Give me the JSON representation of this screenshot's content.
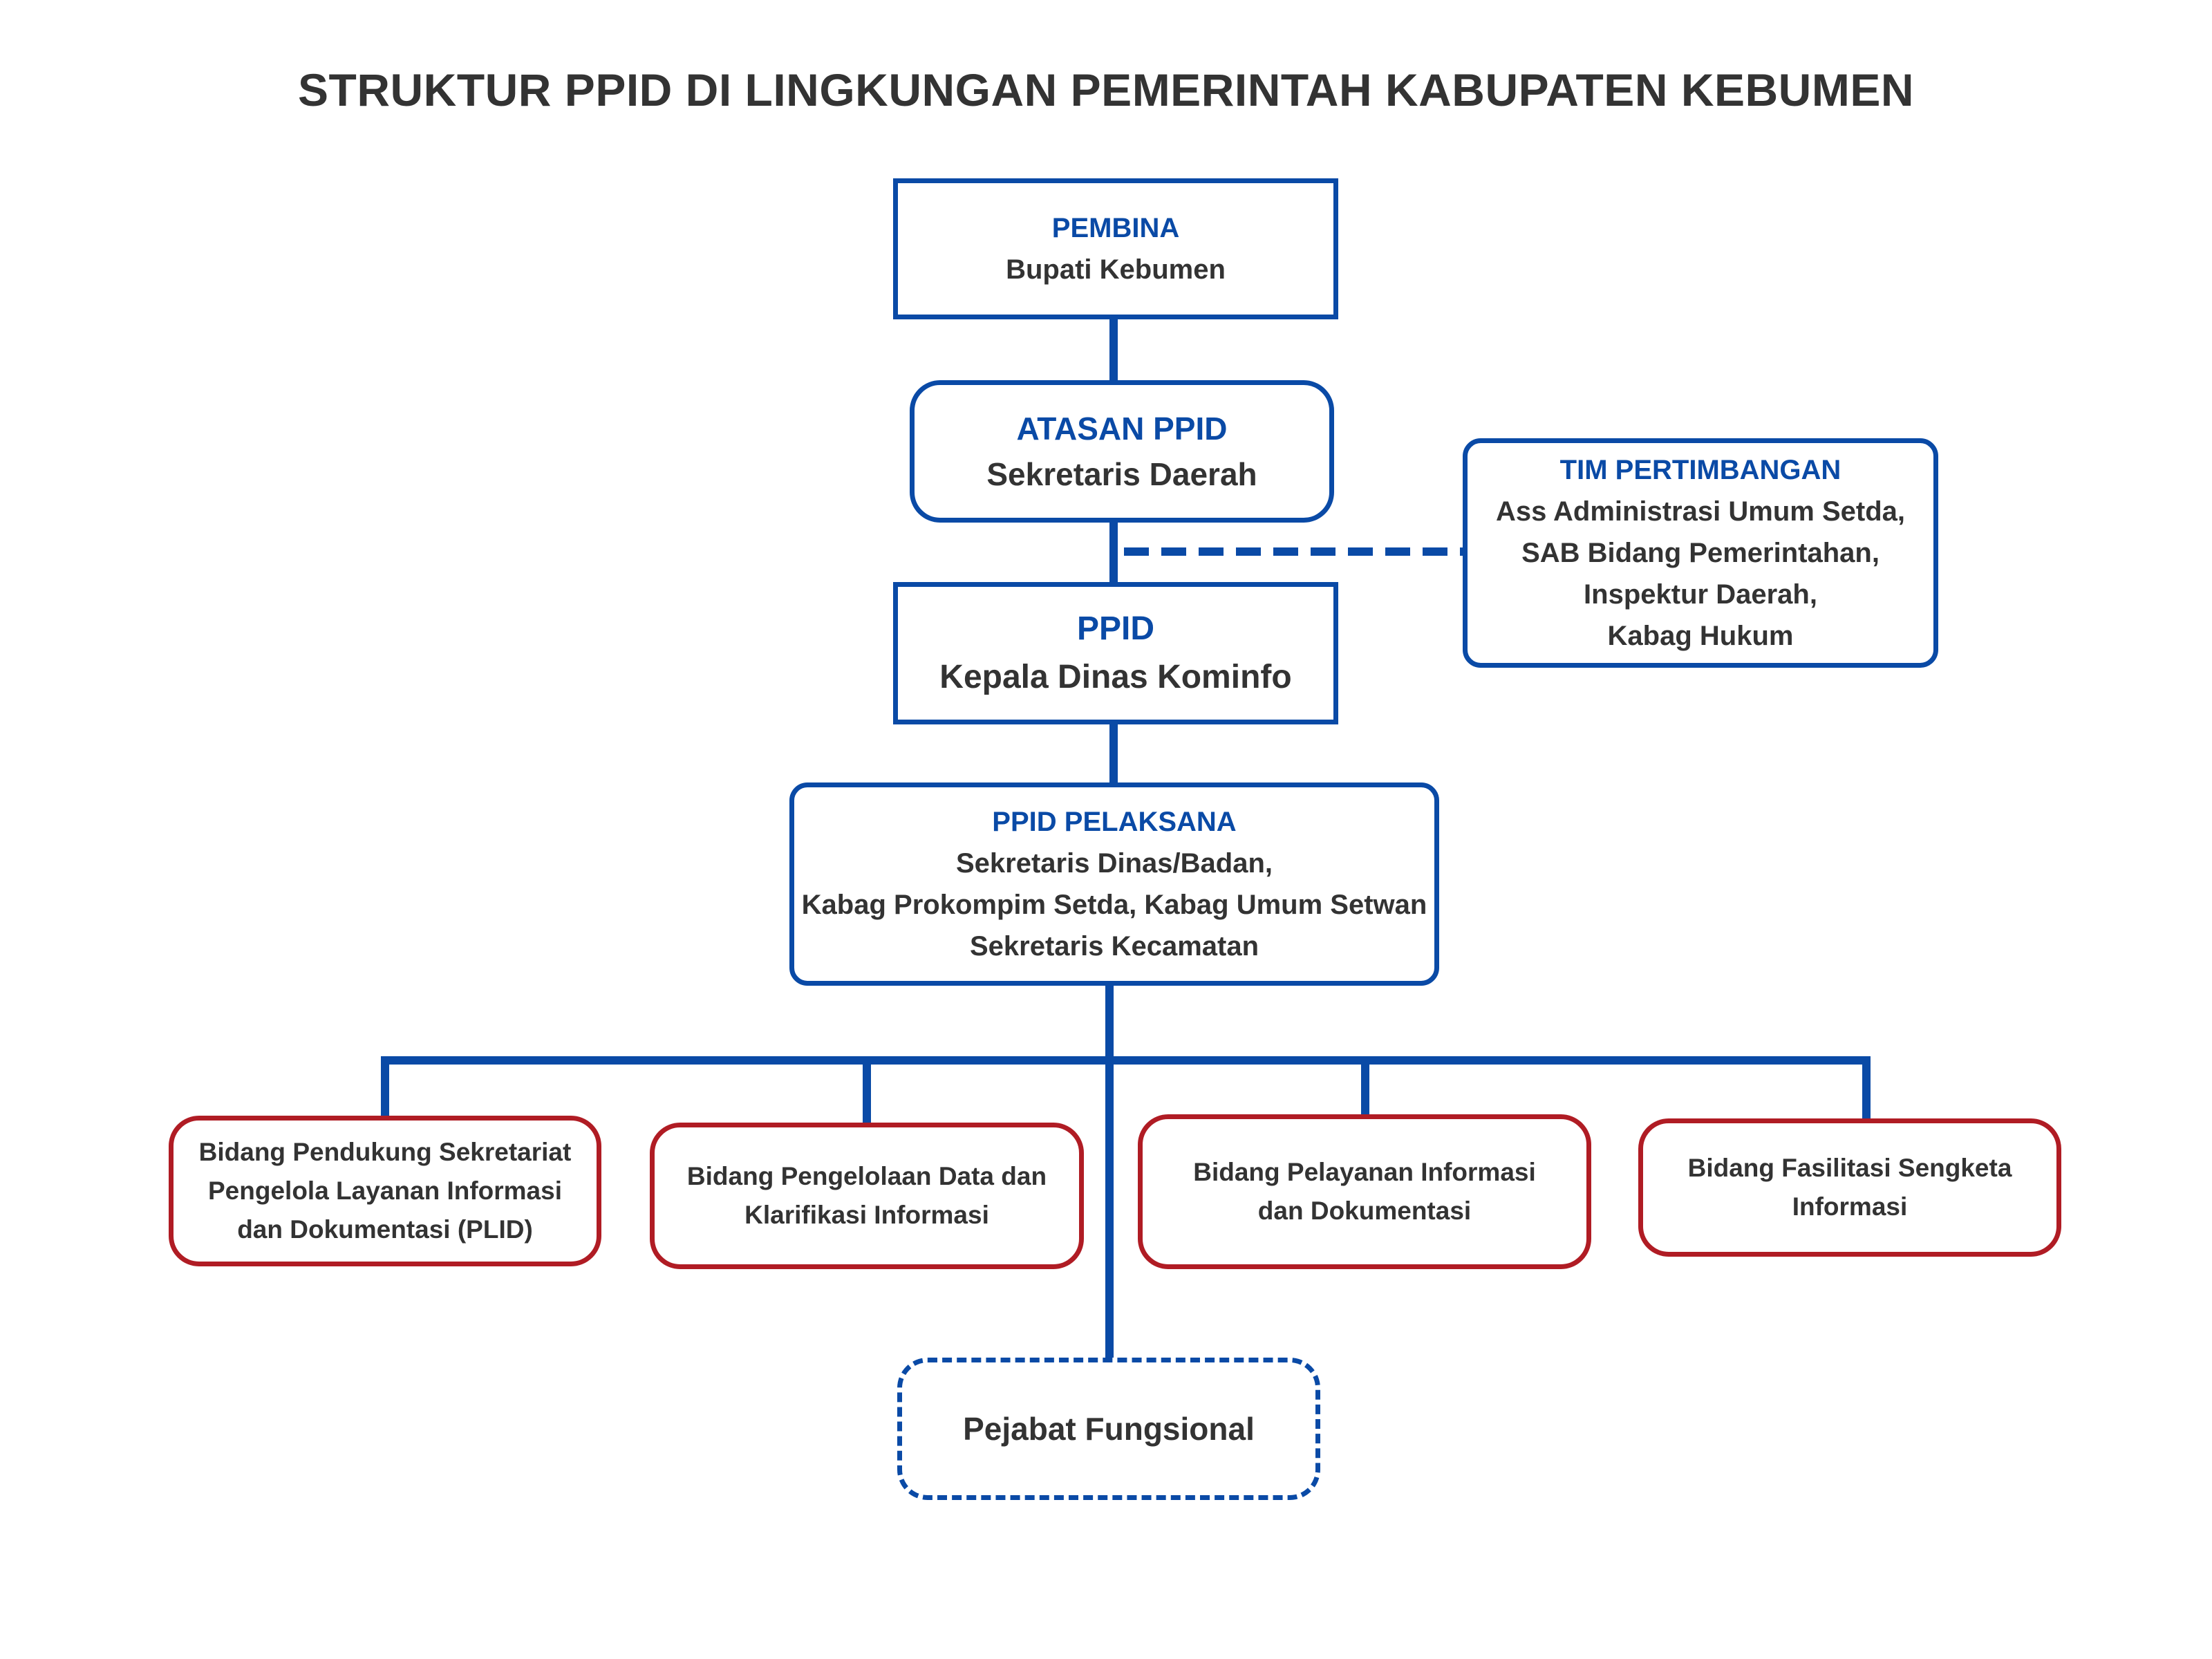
{
  "title": "STRUKTUR PPID DI LINGKUNGAN PEMERINTAH KABUPATEN KEBUMEN",
  "colors": {
    "line": "#0a4aa6",
    "blue_border": "#0a4aa6",
    "red_border": "#b01c24",
    "heading": "#0a4aa6",
    "text": "#333333"
  },
  "pembina": {
    "heading": "PEMBINA",
    "lines": [
      "Bupati Kebumen"
    ]
  },
  "atasan": {
    "heading": "ATASAN PPID",
    "lines": [
      "Sekretaris Daerah"
    ]
  },
  "tim": {
    "heading": "TIM PERTIMBANGAN",
    "lines": [
      "Ass Administrasi Umum Setda,",
      "SAB Bidang Pemerintahan,",
      "Inspektur Daerah,",
      "Kabag Hukum"
    ]
  },
  "ppid": {
    "heading": "PPID",
    "lines": [
      "Kepala Dinas Kominfo"
    ]
  },
  "pelaksana": {
    "heading": "PPID PELAKSANA",
    "lines": [
      "Sekretaris Dinas/Badan,",
      "Kabag Prokompim Setda, Kabag Umum Setwan",
      "Sekretaris Kecamatan"
    ]
  },
  "bidang": [
    {
      "lines": [
        "Bidang Pendukung Sekretariat",
        "Pengelola Layanan Informasi",
        "dan Dokumentasi (PLID)"
      ]
    },
    {
      "lines": [
        "Bidang Pengelolaan Data dan",
        "Klarifikasi Informasi"
      ]
    },
    {
      "lines": [
        "Bidang Pelayanan Informasi",
        "dan Dokumentasi"
      ]
    },
    {
      "lines": [
        "Bidang Fasilitasi Sengketa",
        "Informasi"
      ]
    }
  ],
  "fungsional": {
    "lines": [
      "Pejabat Fungsional"
    ]
  }
}
